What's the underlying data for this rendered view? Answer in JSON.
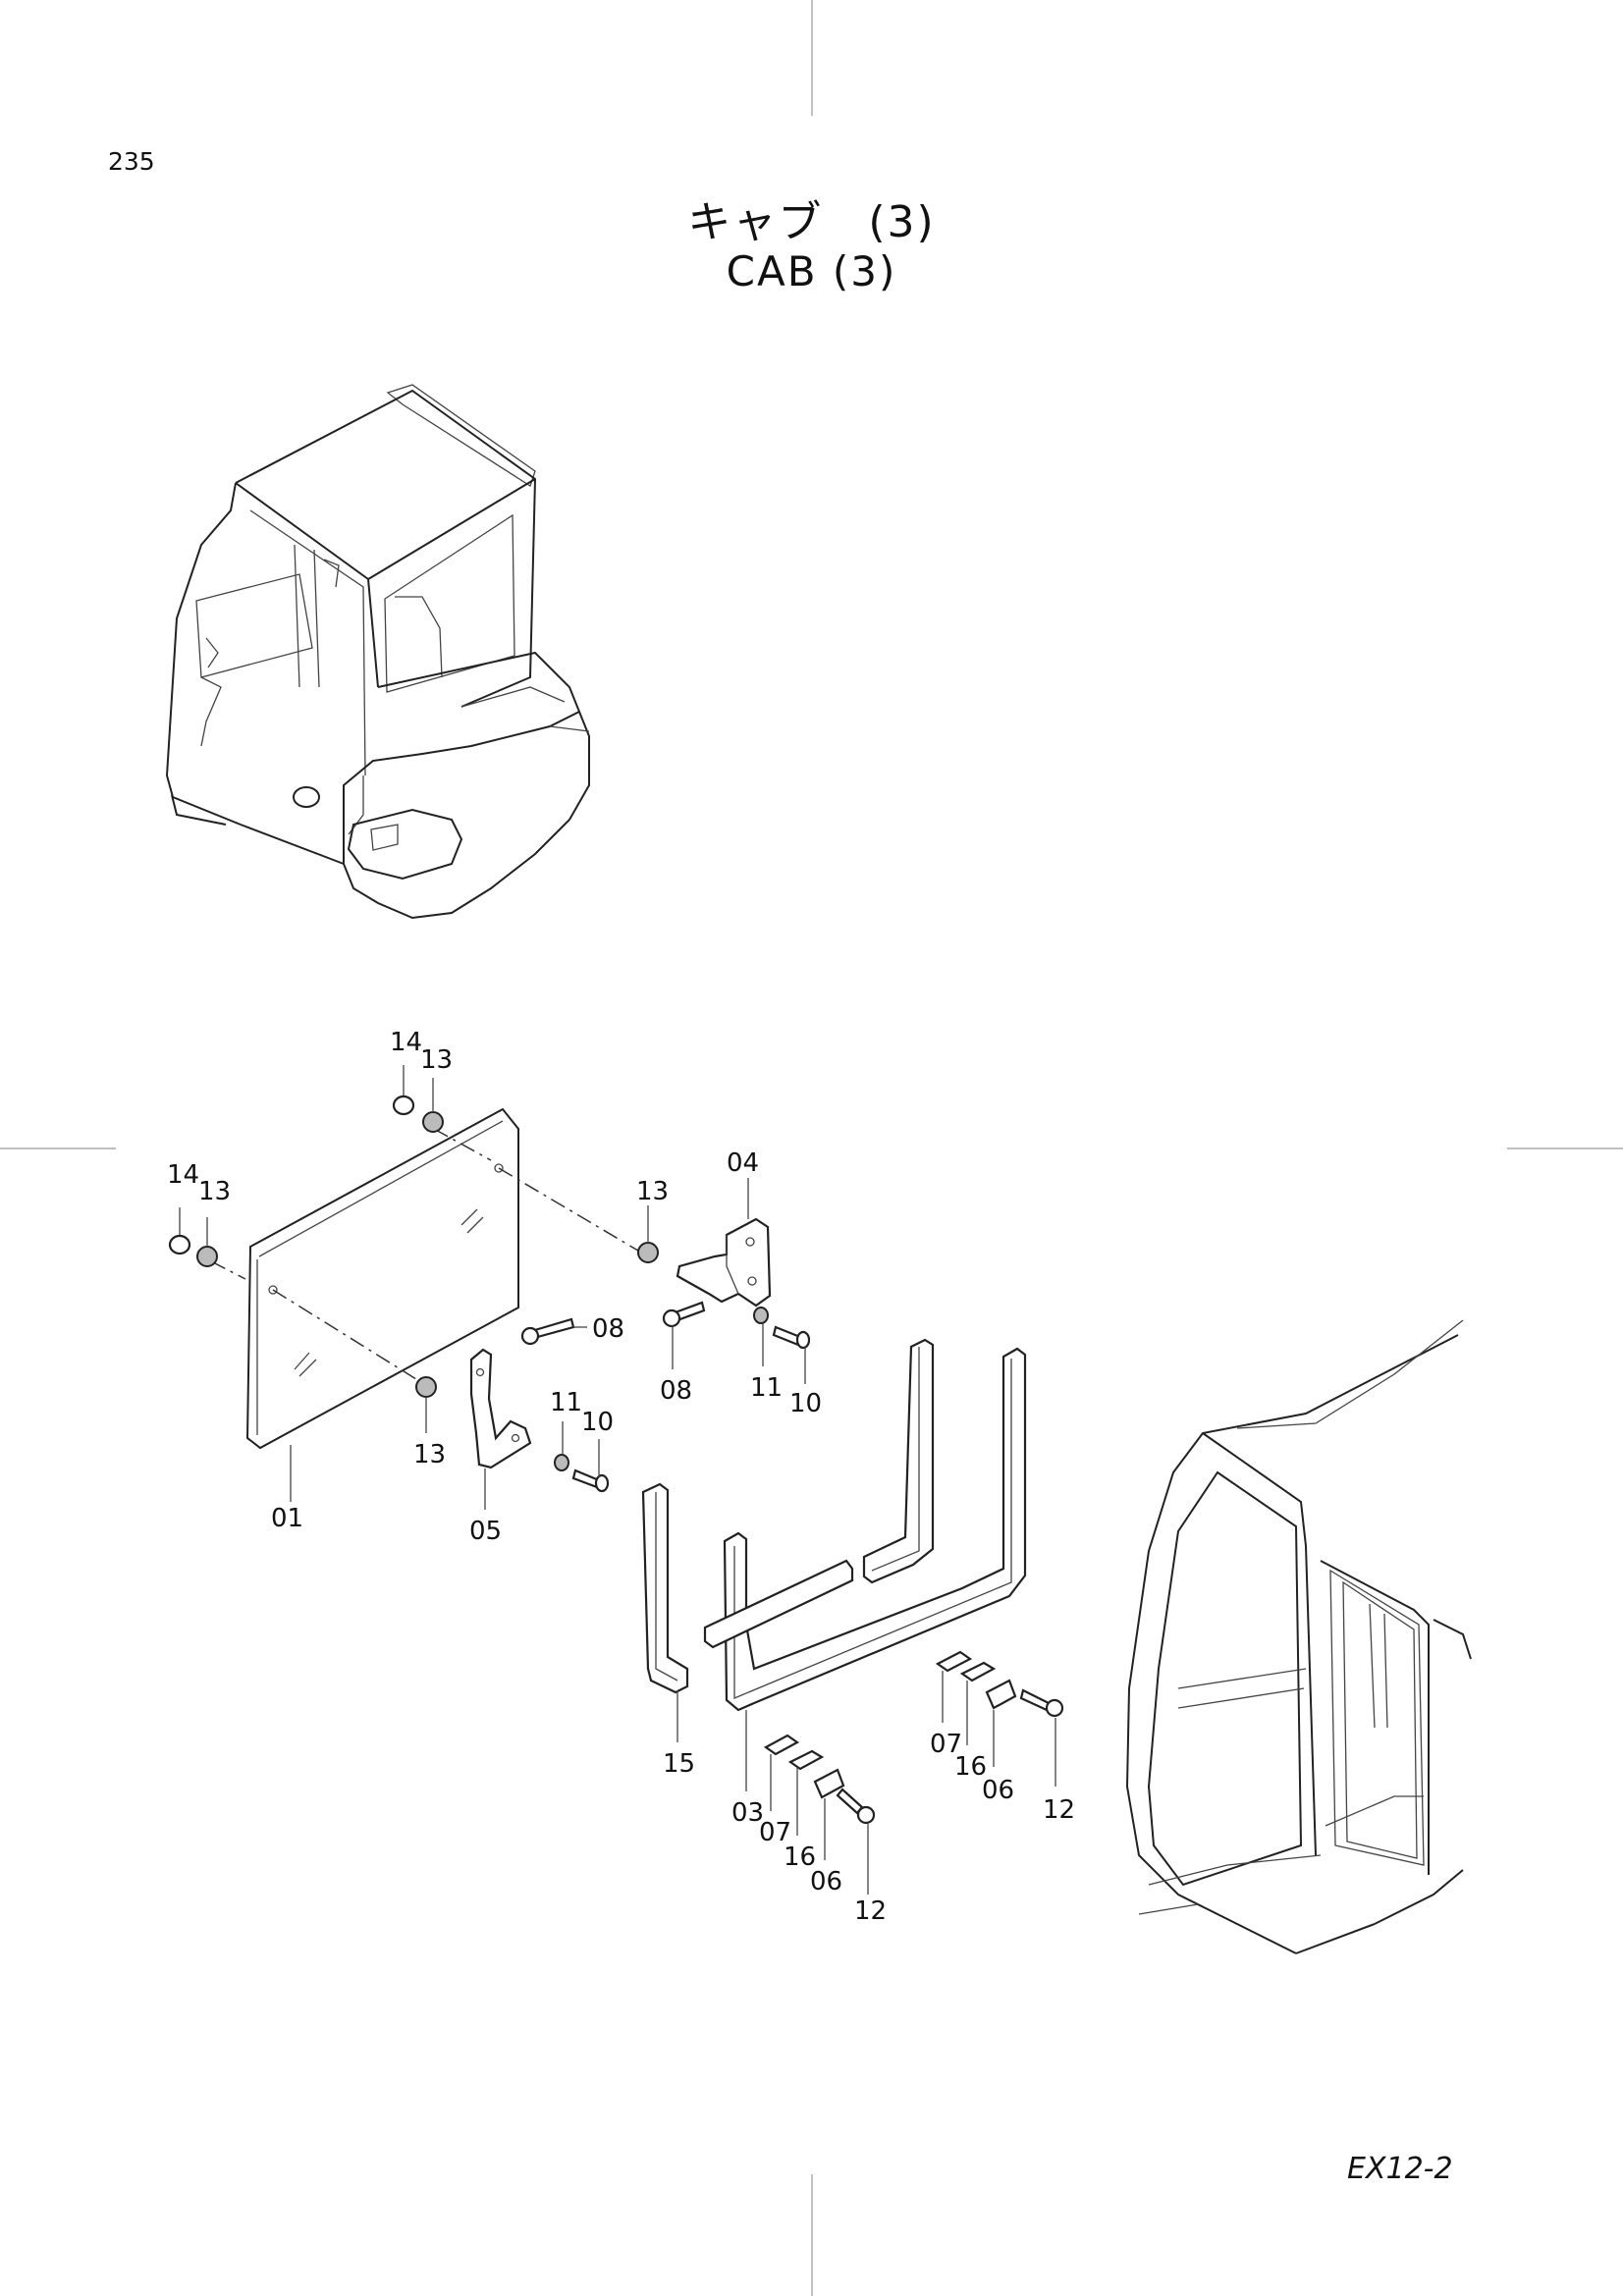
{
  "page": {
    "number": "235",
    "title_jp": "キャブ　(3)",
    "title_en": "CAB  (3)",
    "model_code": "EX12-2"
  },
  "callouts": {
    "c01": "01",
    "c03": "03",
    "c04": "04",
    "c05": "05",
    "c06a": "06",
    "c06b": "06",
    "c07a": "07",
    "c07b": "07",
    "c08a": "08",
    "c08b": "08",
    "c10a": "10",
    "c10b": "10",
    "c11a": "11",
    "c11b": "11",
    "c12a": "12",
    "c12b": "12",
    "c13a": "13",
    "c13b": "13",
    "c13c": "13",
    "c13d": "13",
    "c14a": "14",
    "c14b": "14",
    "c15": "15",
    "c16a": "16",
    "c16b": "16"
  }
}
